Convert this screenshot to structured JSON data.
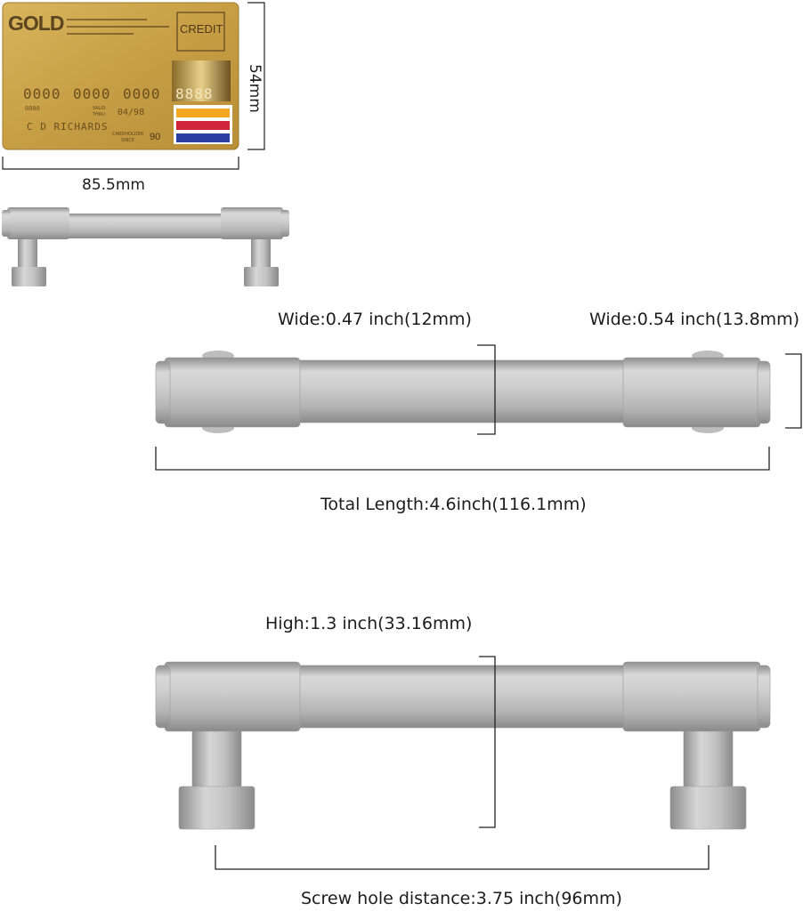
{
  "card": {
    "brand": "GOLD",
    "type": "CREDIT",
    "number_groups": [
      "0000",
      "0000",
      "0000",
      "8888"
    ],
    "small_number": "0000",
    "valid_label_1": "VALID",
    "valid_label_2": "THRU",
    "expiry": "04/98",
    "holder_name": "C D RICHARDS",
    "since_label_1": "CARDHOLDER",
    "since_label_2": "SINCE",
    "since_year": "90",
    "stripe_colors": [
      "#f5a623",
      "#d0243a",
      "#2a3fa0"
    ]
  },
  "dimensions": {
    "card_height": "54mm",
    "card_width": "85.5mm",
    "wide_bar": "Wide:0.47 inch(12mm)",
    "wide_end": "Wide:0.54 inch(13.8mm)",
    "total_length": "Total Length:4.6inch(116.1mm)",
    "high": "High:1.3 inch(33.16mm)",
    "screw_hole": "Screw hole distance:3.75 inch(96mm)"
  },
  "colors": {
    "card_gold": "#c9a24a",
    "metal": "#c4c4c4",
    "line": "#222222"
  }
}
